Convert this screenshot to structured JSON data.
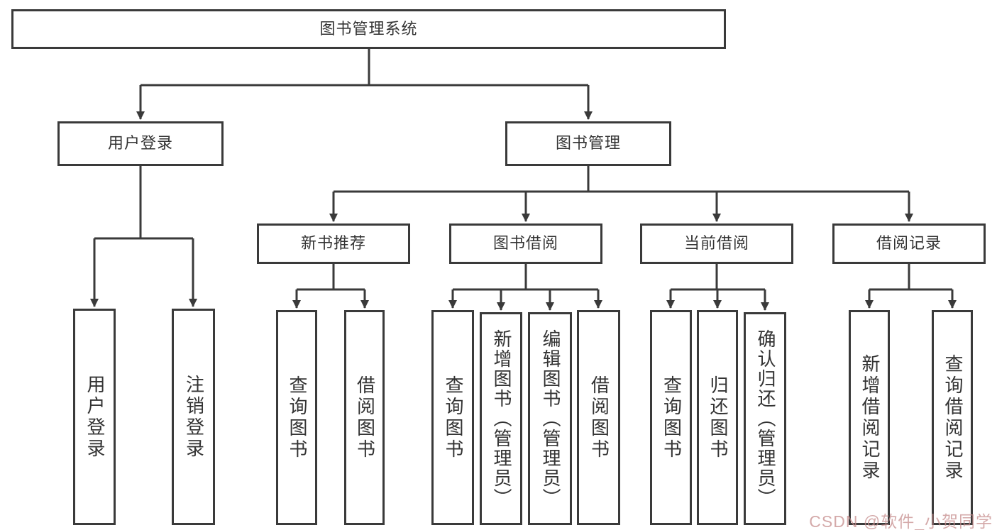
{
  "colors": {
    "line": "#3a3a3a",
    "box_background": "#ffffff",
    "watermark": "#c68c8c"
  },
  "watermark": {
    "text": "CSDN @软件_小贺同学"
  },
  "tree": {
    "root": {
      "label": "图书管理系统",
      "children": [
        {
          "label": "用户登录",
          "children": [
            {
              "label": "用户登录"
            },
            {
              "label": "注销登录"
            }
          ]
        },
        {
          "label": "图书管理",
          "children": [
            {
              "label": "新书推荐",
              "children": [
                {
                  "label": "查询图书"
                },
                {
                  "label": "借阅图书"
                }
              ]
            },
            {
              "label": "图书借阅",
              "children": [
                {
                  "label": "查询图书"
                },
                {
                  "label": "新增图书（管理员）"
                },
                {
                  "label": "编辑图书（管理员）"
                },
                {
                  "label": "借阅图书"
                }
              ]
            },
            {
              "label": "当前借阅",
              "children": [
                {
                  "label": "查询图书"
                },
                {
                  "label": "归还图书"
                },
                {
                  "label": "确认归还（管理员）"
                }
              ]
            },
            {
              "label": "借阅记录",
              "children": [
                {
                  "label": "新增借阅记录"
                },
                {
                  "label": "查询借阅记录"
                }
              ]
            }
          ]
        }
      ]
    }
  }
}
